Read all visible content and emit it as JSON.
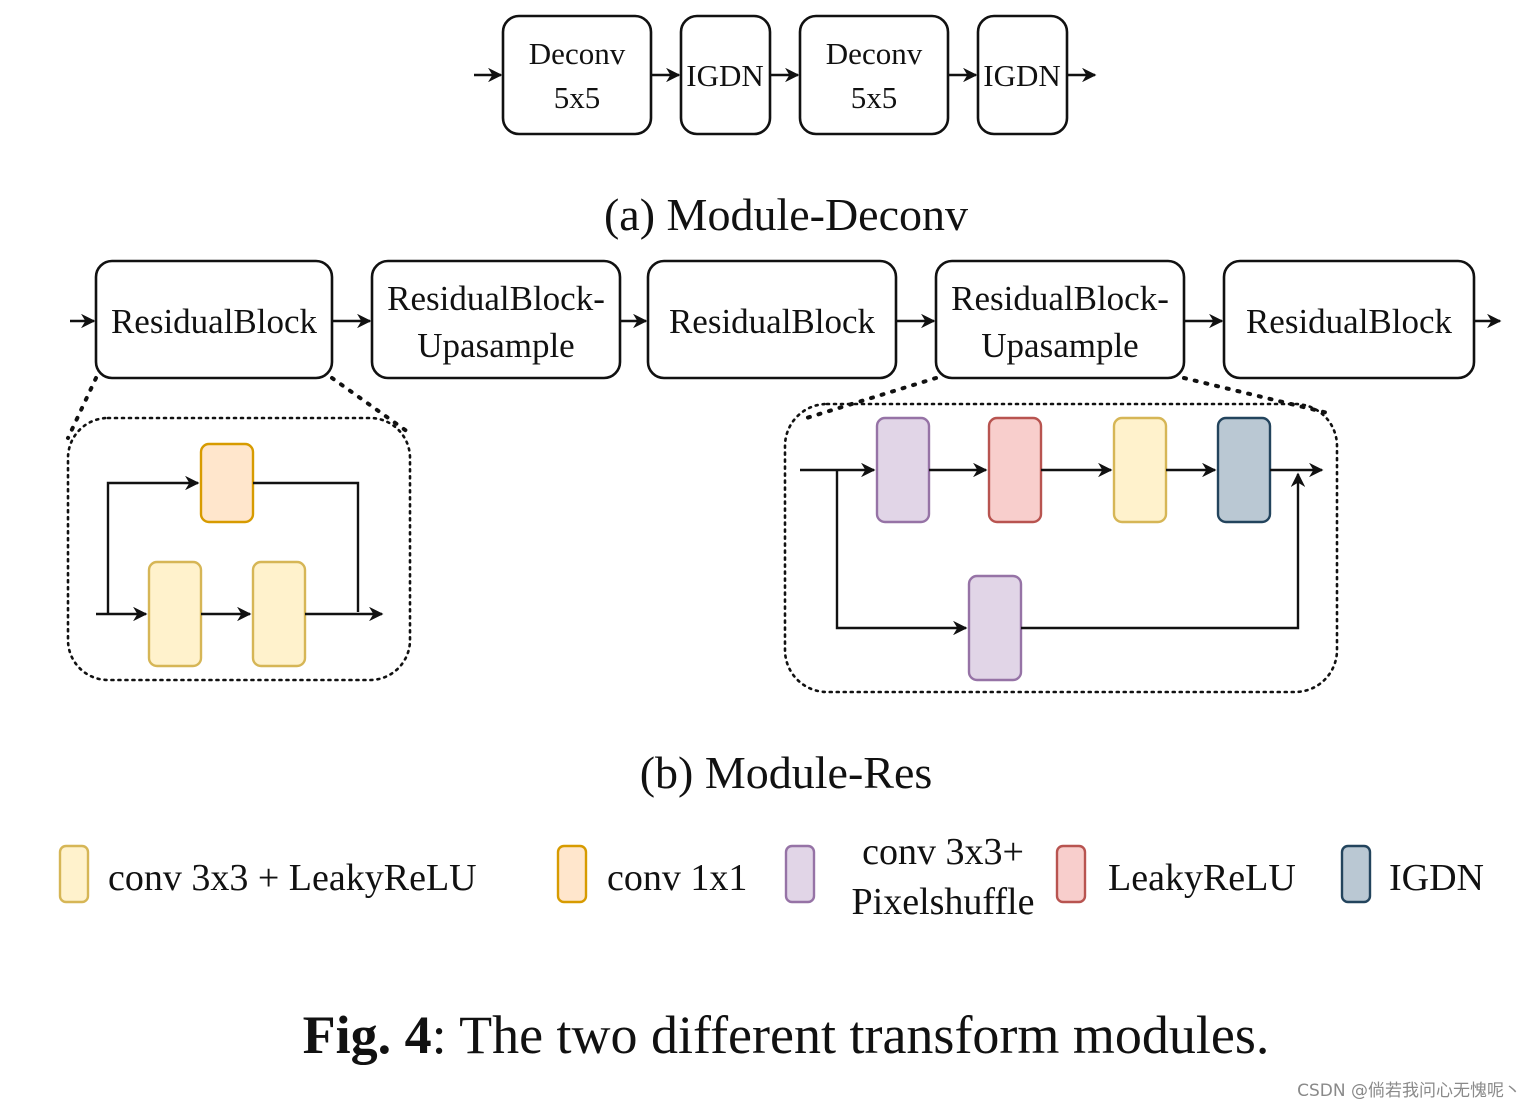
{
  "module_deconv": {
    "blocks": [
      {
        "line1": "Deconv",
        "line2": "5x5"
      },
      {
        "text": "IGDN"
      },
      {
        "line1": "Deconv",
        "line2": "5x5"
      },
      {
        "text": "IGDN"
      }
    ],
    "caption": "(a) Module-Deconv"
  },
  "module_res": {
    "blocks": [
      {
        "text": "ResidualBlock"
      },
      {
        "line1": "ResidualBlock-",
        "line2": "Upasample"
      },
      {
        "text": "ResidualBlock"
      },
      {
        "line1": "ResidualBlock-",
        "line2": "Upasample"
      },
      {
        "text": "ResidualBlock"
      }
    ],
    "caption": "(b) Module-Res"
  },
  "legend": {
    "items": [
      {
        "label": "conv 3x3 + LeakyReLU",
        "fill": "#fff2cc",
        "stroke": "#d6b656"
      },
      {
        "label": "conv 1x1",
        "fill": "#ffe6cc",
        "stroke": "#d79b00"
      },
      {
        "label_line1": "conv 3x3+",
        "label_line2": "Pixelshuffle",
        "fill": "#e1d5e7",
        "stroke": "#9673a6"
      },
      {
        "label": "LeakyReLU",
        "fill": "#f8cecc",
        "stroke": "#b85450"
      },
      {
        "label": "IGDN",
        "fill": "#bac8d3",
        "stroke": "#23445d"
      }
    ]
  },
  "figure_caption": {
    "bold": "Fig. 4",
    "rest": ": The two different transform modules."
  },
  "watermark": "CSDN @倘若我问心无愧呢丶"
}
